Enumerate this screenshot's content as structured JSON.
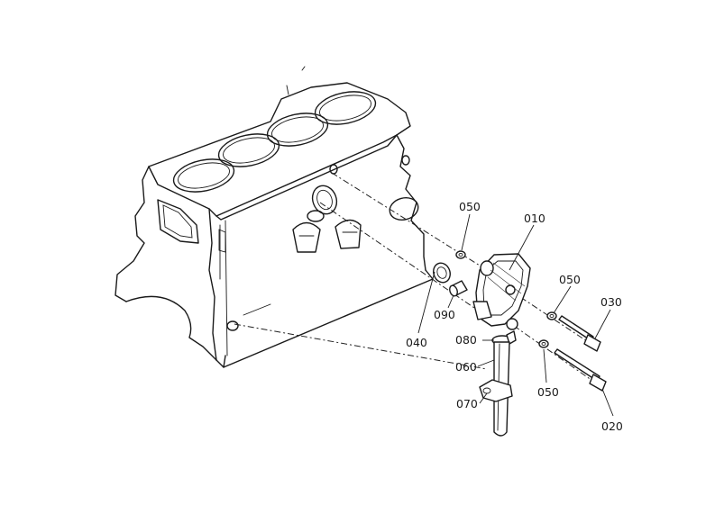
{
  "part_labels": {
    "p010": "010",
    "p020": "020",
    "p030": "030",
    "p040": "040",
    "p050a": "050",
    "p050b": "050",
    "p050c": "050",
    "p060": "060",
    "p070": "070",
    "p080": "080",
    "p090": "090"
  }
}
